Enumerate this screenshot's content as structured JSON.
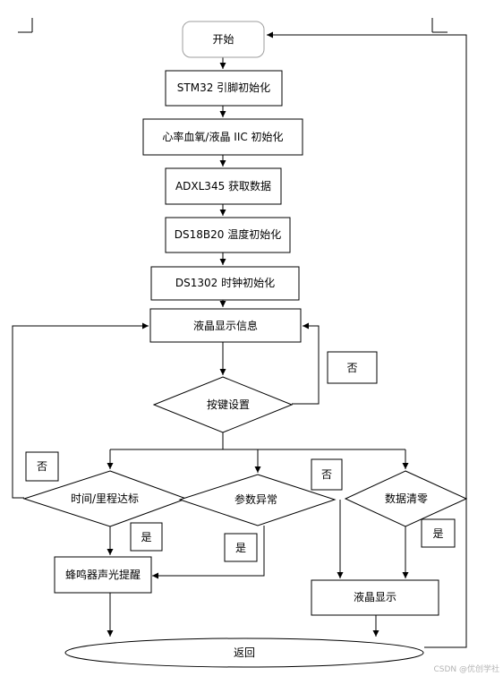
{
  "flowchart": {
    "start": "开始",
    "stm32_init": "STM32 引脚初始化",
    "hr_lcd_init": "心率血氧/液晶 IIC 初始化",
    "adxl_read": "ADXL345 获取数据",
    "ds18b20_init": "DS18B20 温度初始化",
    "ds1302_init": "DS1302 时钟初始化",
    "lcd_show_info": "液晶显示信息",
    "key_setting": "按键设置",
    "key_no": "否",
    "time_distance": "时间/里程达标",
    "param_abnormal": "参数异常",
    "data_clear": "数据清零",
    "time_no": "否",
    "param_no": "否",
    "time_yes": "是",
    "param_yes": "是",
    "clear_yes": "是",
    "buzzer": "蜂鸣器声光提醒",
    "lcd_show": "液晶显示",
    "return": "返回"
  },
  "watermark": "CSDN @优创学社",
  "colors": {
    "stroke": "#000000",
    "start_border": "#9e9e9e",
    "watermark": "#b4b4b4"
  }
}
